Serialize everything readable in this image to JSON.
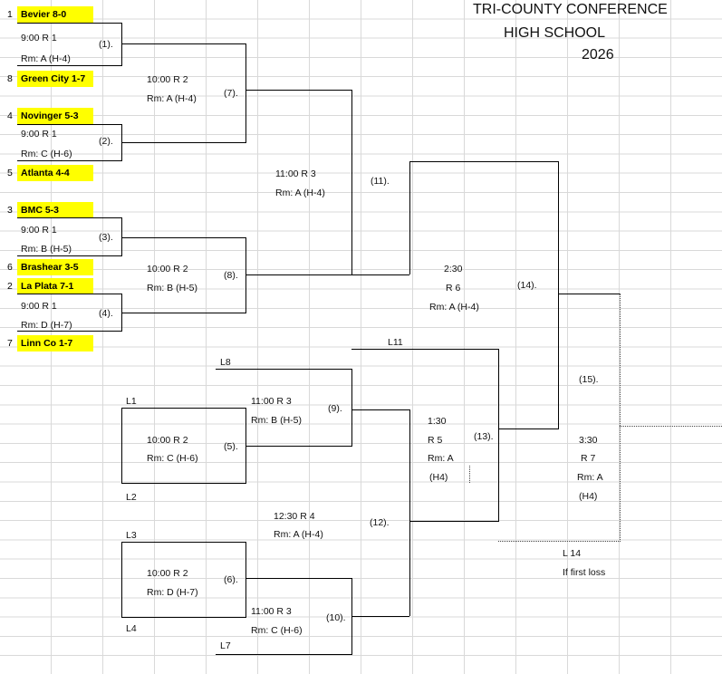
{
  "title": {
    "line1": "TRI-COUNTY CONFERENCE",
    "line2": "HIGH SCHOOL",
    "year": "2026"
  },
  "teams": [
    {
      "seed": "1",
      "name": "Bevier 8-0"
    },
    {
      "seed": "8",
      "name": "Green City 1-7"
    },
    {
      "seed": "4",
      "name": "Novinger 5-3"
    },
    {
      "seed": "5",
      "name": "Atlanta 4-4"
    },
    {
      "seed": "3",
      "name": "BMC 5-3"
    },
    {
      "seed": "6",
      "name": "Brashear 3-5"
    },
    {
      "seed": "2",
      "name": "La Plata 7-1"
    },
    {
      "seed": "7",
      "name": "Linn Co 1-7"
    }
  ],
  "games": {
    "g1": {
      "num": "(1).",
      "time": "9:00   R 1",
      "room": "Rm: A (H-4)"
    },
    "g2": {
      "num": "(2).",
      "time": "9:00   R 1",
      "room": "Rm: C (H-6)"
    },
    "g3": {
      "num": "(3).",
      "time": "9:00   R 1",
      "room": "Rm: B (H-5)"
    },
    "g4": {
      "num": "(4).",
      "time": "9:00   R 1",
      "room": "Rm: D (H-7)"
    },
    "g5": {
      "num": "(5).",
      "time": "10:00   R 2",
      "room": "Rm: C (H-6)"
    },
    "g6": {
      "num": "(6).",
      "time": "10:00   R 2",
      "room": "Rm: D (H-7)"
    },
    "g7": {
      "num": "(7).",
      "time": "10:00   R 2",
      "room": "Rm: A (H-4)"
    },
    "g8": {
      "num": "(8).",
      "time": "10:00   R 2",
      "room": "Rm: B (H-5)"
    },
    "g9": {
      "num": "(9).",
      "time": "11:00   R 3",
      "room": "Rm: B (H-5)"
    },
    "g10": {
      "num": "(10).",
      "time": "11:00   R 3",
      "room": "Rm: C (H-6)"
    },
    "g11": {
      "num": "(11).",
      "time": "11:00   R 3",
      "room": "Rm: A (H-4)"
    },
    "g12": {
      "num": "(12).",
      "time": "12:30   R 4",
      "room": "Rm: A (H-4)"
    },
    "g13": {
      "num": "(13).",
      "time": "1:30",
      "round": "R 5",
      "room": "Rm: A",
      "room2": "(H4)"
    },
    "g14": {
      "num": "(14).",
      "time": "2:30",
      "round": "R 6",
      "room": "Rm: A (H-4)"
    },
    "g15": {
      "num": "(15).",
      "time": "3:30",
      "round": "R 7",
      "room": "Rm: A",
      "room2": "(H4)"
    }
  },
  "losers": {
    "l1": "L1",
    "l2": "L2",
    "l3": "L3",
    "l4": "L4",
    "l7": "L7",
    "l8": "L8",
    "l11": "L11",
    "l14": "L 14",
    "note": "If first loss"
  }
}
